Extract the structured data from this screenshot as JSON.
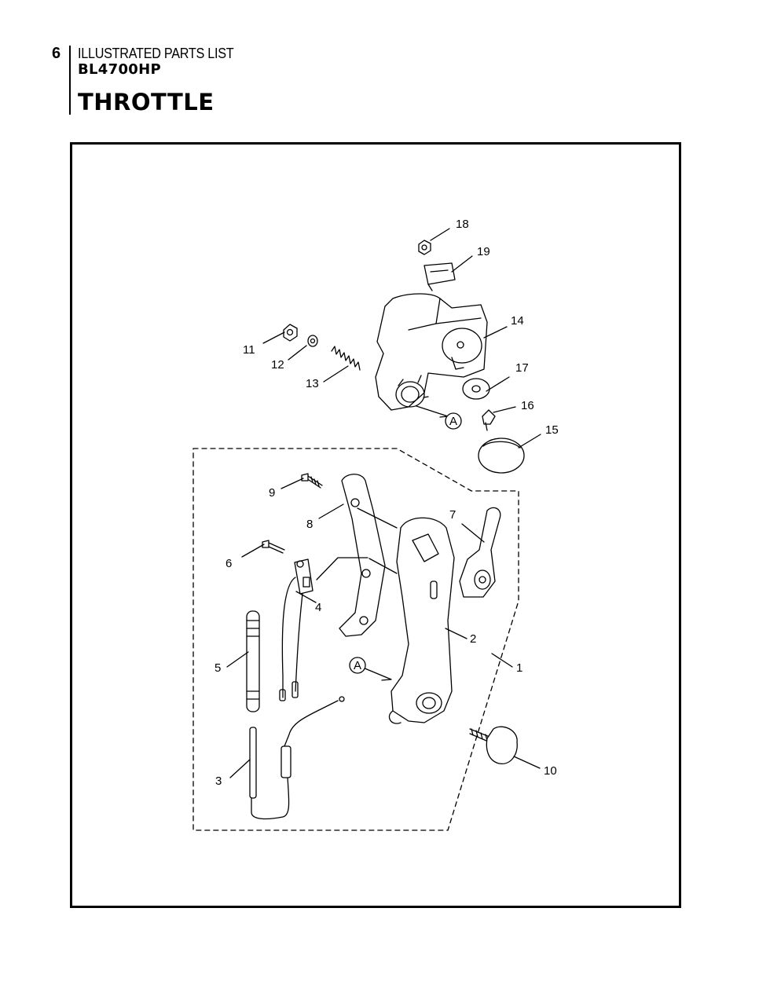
{
  "header": {
    "page_number": "6",
    "section": "ILLUSTRATED PARTS LIST",
    "model": "BL4700HP",
    "title": "THROTTLE"
  },
  "diagram": {
    "callouts": [
      "1",
      "2",
      "3",
      "4",
      "5",
      "6",
      "7",
      "8",
      "9",
      "10",
      "11",
      "12",
      "13",
      "14",
      "15",
      "16",
      "17",
      "18",
      "19"
    ],
    "reference_marker": "A"
  }
}
